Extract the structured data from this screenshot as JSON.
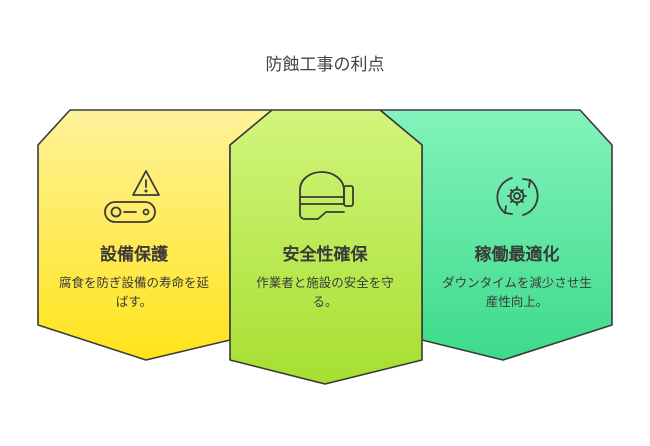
{
  "title": "防蝕工事の利点",
  "cards": [
    {
      "heading": "設備保護",
      "description": "腐食を防ぎ設備の寿命を延ばす。",
      "icon": "warning-gear-icon",
      "color_top": "#fff18a",
      "color_bottom": "#ffe21c"
    },
    {
      "heading": "安全性確保",
      "description": "作業者と施設の安全を守る。",
      "icon": "safety-helmet-icon",
      "color_top": "#d4f57a",
      "color_bottom": "#a8e032"
    },
    {
      "heading": "稼働最適化",
      "description": "ダウンタイムを減少させ生産性向上。",
      "icon": "refresh-gear-icon",
      "color_top": "#7ef2b8",
      "color_bottom": "#3fdc8c"
    }
  ]
}
